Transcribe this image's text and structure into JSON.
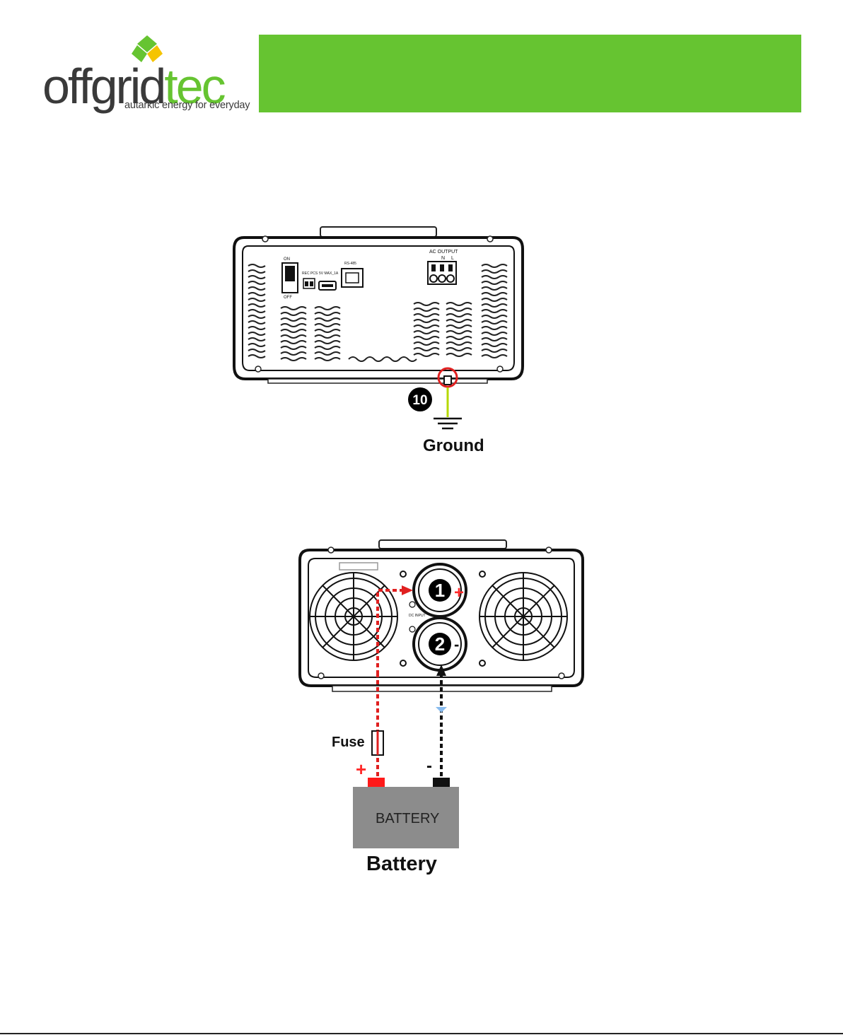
{
  "brand": {
    "word_main": "offgrid",
    "word_accent": "tec",
    "tagline": "autarkic energy for everyday",
    "accent_color": "#66c431",
    "diamond_colors": [
      "#66c431",
      "#f5c400"
    ]
  },
  "header": {
    "bar_color": "#66c431"
  },
  "figure_grounding": {
    "callout_number": "10",
    "label": "Ground",
    "panel_text": {
      "switch_on": "ON",
      "switch_off": "OFF",
      "dip_label": "REC PCS",
      "usb_label": "5V MAX_1A",
      "port_label": "RS-485",
      "ac_output": "AC OUTPUT",
      "ac_terms": [
        "N",
        "L"
      ]
    }
  },
  "figure_battery": {
    "terminal_1": "1",
    "terminal_2": "2",
    "terminal_1_sign": "+",
    "terminal_2_sign": "-",
    "dc_input_label": "DC INPUT",
    "fuse_label": "Fuse",
    "battery_positive": "+",
    "battery_negative": "-",
    "battery_box_text": "BATTERY",
    "caption": "Battery"
  }
}
